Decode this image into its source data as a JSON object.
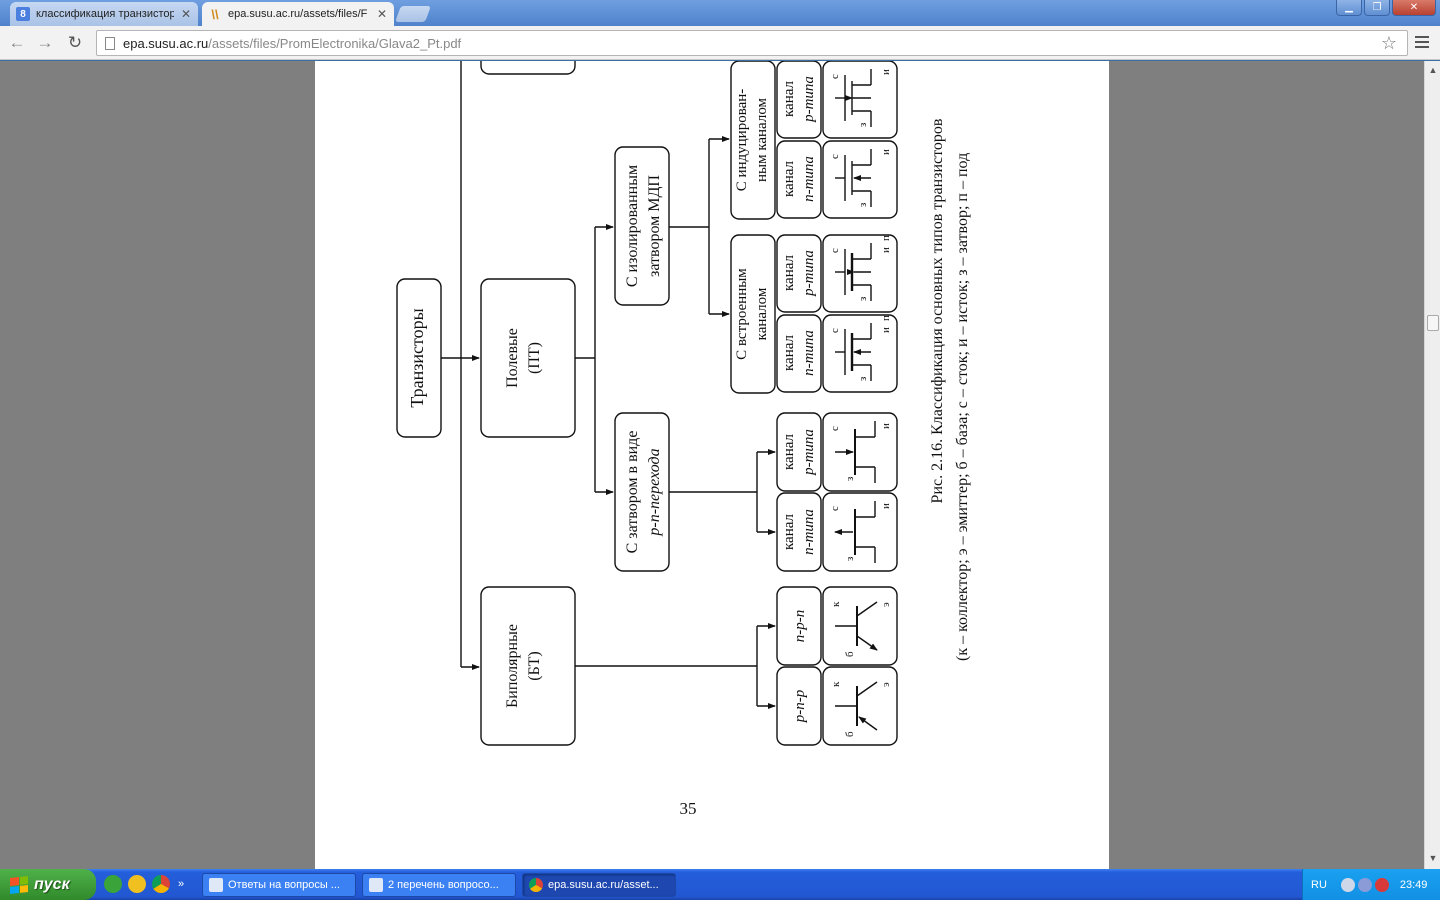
{
  "browser": {
    "tabs": [
      {
        "title": "классификация транзистор",
        "icon": "google-icon",
        "active": false
      },
      {
        "title": "epa.susu.ac.ru/assets/files/F",
        "icon": "pdf-site-icon",
        "active": true
      }
    ],
    "address": {
      "host": "epa.susu.ac.ru",
      "path": "/assets/files/PromElectronika/Glava2_Pt.pdf"
    }
  },
  "document": {
    "root": "Транзисторы",
    "branches": {
      "field": [
        "Полевые",
        "(ПТ)"
      ],
      "bipolar": [
        "Биполярные",
        "(БТ)"
      ]
    },
    "field_groups": {
      "junction_gate": [
        "С затвором в виде",
        "p-n-перехода"
      ],
      "insulated_gate": [
        "С изолированным",
        "затвором МДП"
      ],
      "built_in": [
        "С встроенным",
        "каналом"
      ],
      "induced": [
        "С индуцирован-",
        "ным каналом"
      ]
    },
    "channels": {
      "n_type": [
        "канал",
        "n-типа"
      ],
      "p_type": [
        "канал",
        "p-типа"
      ]
    },
    "bipolar_types": [
      "p-n-p",
      "n-p-n"
    ],
    "terminals": {
      "collector": "к",
      "emitter": "э",
      "base": "б",
      "drain": "с",
      "source": "и",
      "gate": "з",
      "substrate": "п"
    },
    "caption_line1": "Рис. 2.16. Классификация основных типов транзисторов",
    "caption_line2": "(к – коллектор; э – эмиттер; б – база; с – сток; и – исток; з – затвор; п – под",
    "page_number": "35"
  },
  "taskbar": {
    "start_label": "пуск",
    "tasks": [
      {
        "label": "Ответы на вопросы ...",
        "active": false
      },
      {
        "label": "2 перечень вопросо...",
        "active": false
      },
      {
        "label": "epa.susu.ac.ru/asset...",
        "active": true
      }
    ],
    "language": "RU",
    "clock": "23:49"
  },
  "colors": {
    "titlebar": "#5a8fd6",
    "taskbar": "#245edb",
    "start": "#3c9a34"
  }
}
